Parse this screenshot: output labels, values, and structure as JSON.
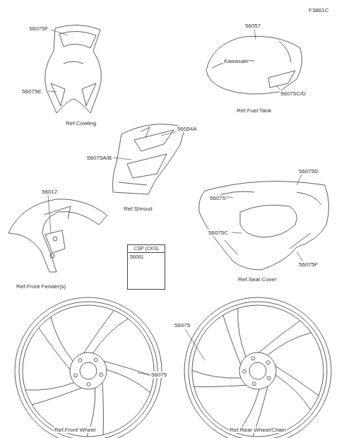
{
  "diagram": {
    "nodes": [
      {
        "text": [
          "CSP (CKS)",
          "56061"
        ]
      }
    ],
    "edges": [],
    "labels": [
      "F3861C",
      "56075F",
      "56075E",
      "Ref.Cowling",
      "56057",
      "Kawasaki",
      "56075C/D",
      "Ref.Fuel Tank",
      "56054A",
      "56075A/B",
      "Ref.Shroud",
      "56012",
      "56075D",
      "56075",
      "56075C",
      "56075F",
      "Ref.Seat Cover",
      "Ref.Front Fender(s)",
      "56075",
      "56075",
      "Ref.Front Wheel",
      "Ref.Rear Wheel/Chain"
    ]
  }
}
